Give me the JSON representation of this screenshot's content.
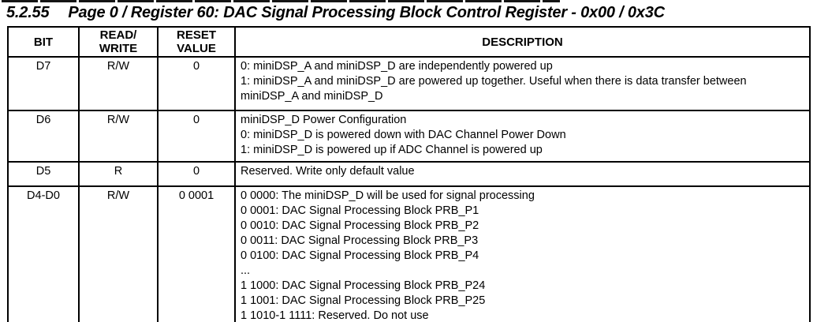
{
  "title": {
    "section": "5.2.55",
    "text": "Page 0 / Register 60: DAC Signal Processing Block Control Register - 0x00 / 0x3C"
  },
  "table": {
    "headers": {
      "bit": "BIT",
      "read_write": "READ/\nWRITE",
      "reset_value": "RESET\nVALUE",
      "description": "DESCRIPTION"
    },
    "rows": [
      {
        "bit": "D7",
        "read_write": "R/W",
        "reset_value": "0",
        "description": "0: miniDSP_A and miniDSP_D are independently powered up\n1: miniDSP_A and miniDSP_D are powered up together. Useful when there is data transfer between miniDSP_A and miniDSP_D"
      },
      {
        "bit": "D6",
        "read_write": "R/W",
        "reset_value": "0",
        "description": "miniDSP_D Power Configuration\n0: miniDSP_D is powered down with DAC Channel Power Down\n1: miniDSP_D is powered up if ADC Channel is powered up"
      },
      {
        "bit": "D5",
        "read_write": "R",
        "reset_value": "0",
        "description": "Reserved. Write only default value"
      },
      {
        "bit": "D4-D0",
        "read_write": "R/W",
        "reset_value": "0 0001",
        "description": "0 0000: The miniDSP_D will be used for signal processing\n0 0001: DAC Signal Processing Block PRB_P1\n0 0010: DAC Signal Processing Block PRB_P2\n0 0011: DAC Signal Processing Block PRB_P3\n0 0100: DAC Signal Processing Block PRB_P4\n...\n1 1000: DAC Signal Processing Block PRB_P24\n1 1001: DAC Signal Processing Block PRB_P25\n1 1010-1 1111: Reserved. Do not use"
      }
    ]
  }
}
